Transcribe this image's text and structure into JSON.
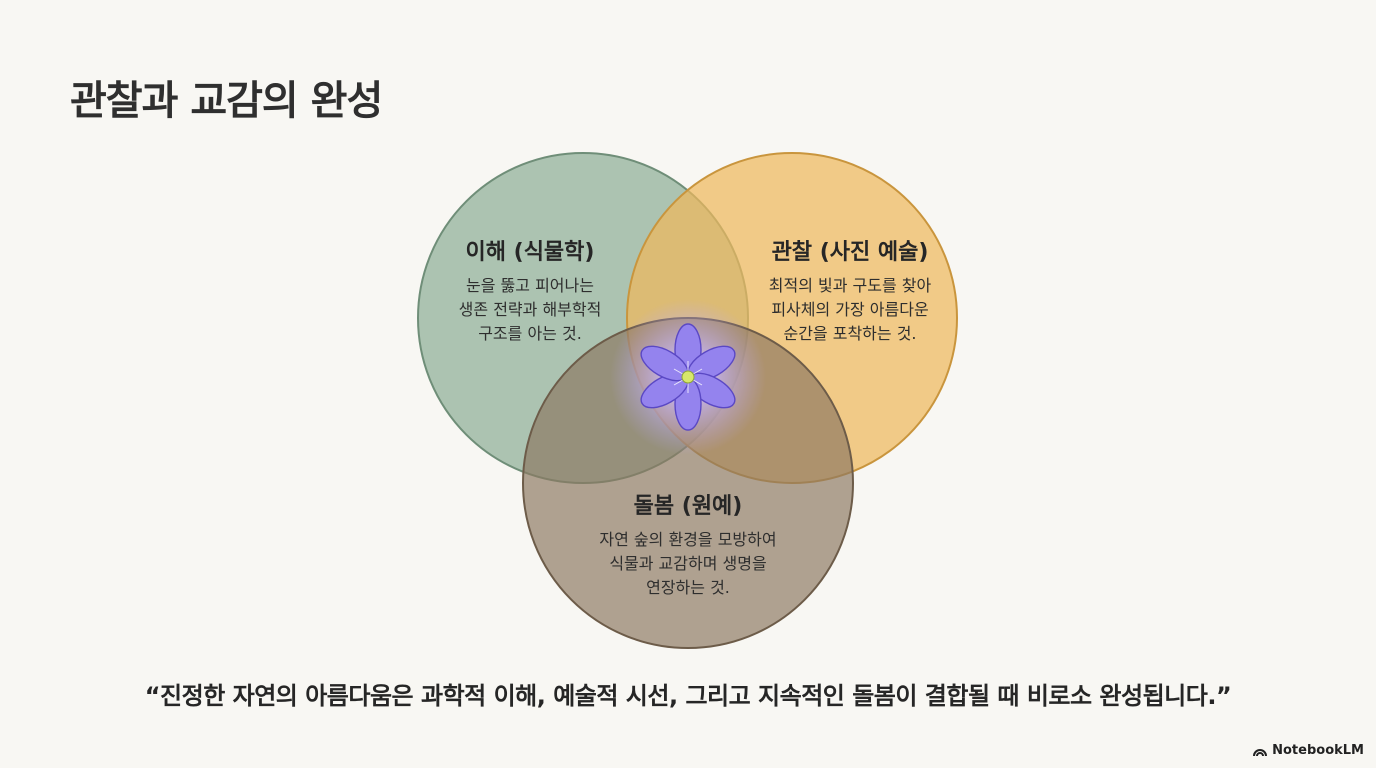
{
  "slide": {
    "title": "관찰과 교감의 완성",
    "quote": "“진정한 자연의 아름다움은 과학적 이해, 예술적 시선, 그리고 지속적인 돌봄이 결합될 때 비로소 완성됩니다.”",
    "brand": "NotebookLM"
  },
  "venn": {
    "circles": [
      {
        "title": "이해 (식물학)",
        "lines": [
          "눈을 뚫고 피어나는",
          "생존 전략과 해부학적",
          "구조를 아는 것."
        ],
        "color": "#a4bdaa"
      },
      {
        "title": "관찰 (사진 예술)",
        "lines": [
          "최적의 빛과 구도를 찾아",
          "피사체의 가장 아름다운",
          "순간을 포착하는 것."
        ],
        "color": "#f0c479"
      },
      {
        "title": "돌봄 (원예)",
        "lines": [
          "자연 숲의 환경을 모방하여",
          "식물과 교감하며 생명을",
          "연장하는 것."
        ],
        "color": "#9b8a77"
      }
    ],
    "center_icon": "purple-flower-icon",
    "flower_color": "#8f7be6"
  }
}
